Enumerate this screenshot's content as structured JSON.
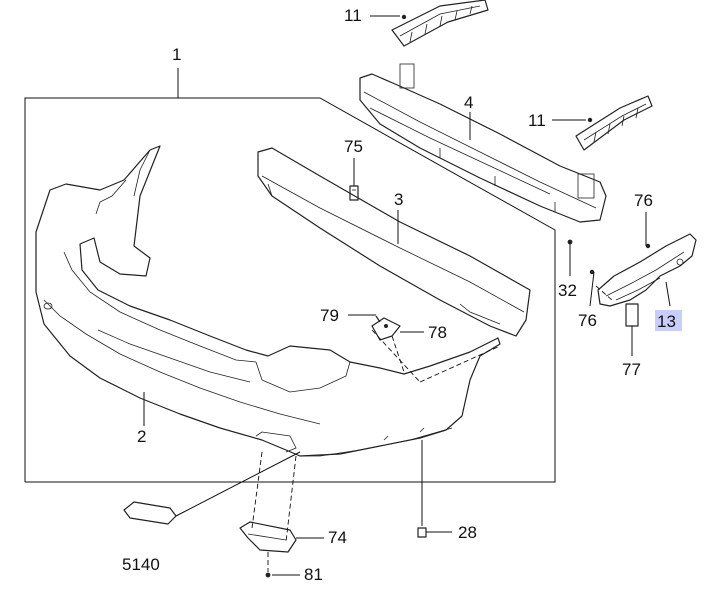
{
  "diagram": {
    "title": "Rear bumper assembly exploded view",
    "highlight_color": "#c9cdfb",
    "line_color": "#111111"
  },
  "labels": {
    "p1": "1",
    "p2": "2",
    "p3": "3",
    "p4": "4",
    "p11a": "11",
    "p11b": "11",
    "p13": "13",
    "p28": "28",
    "p32": "32",
    "p74": "74",
    "p75": "75",
    "p76a": "76",
    "p76b": "76",
    "p77": "77",
    "p78": "78",
    "p79": "79",
    "p81": "81",
    "p5140": "5140"
  }
}
